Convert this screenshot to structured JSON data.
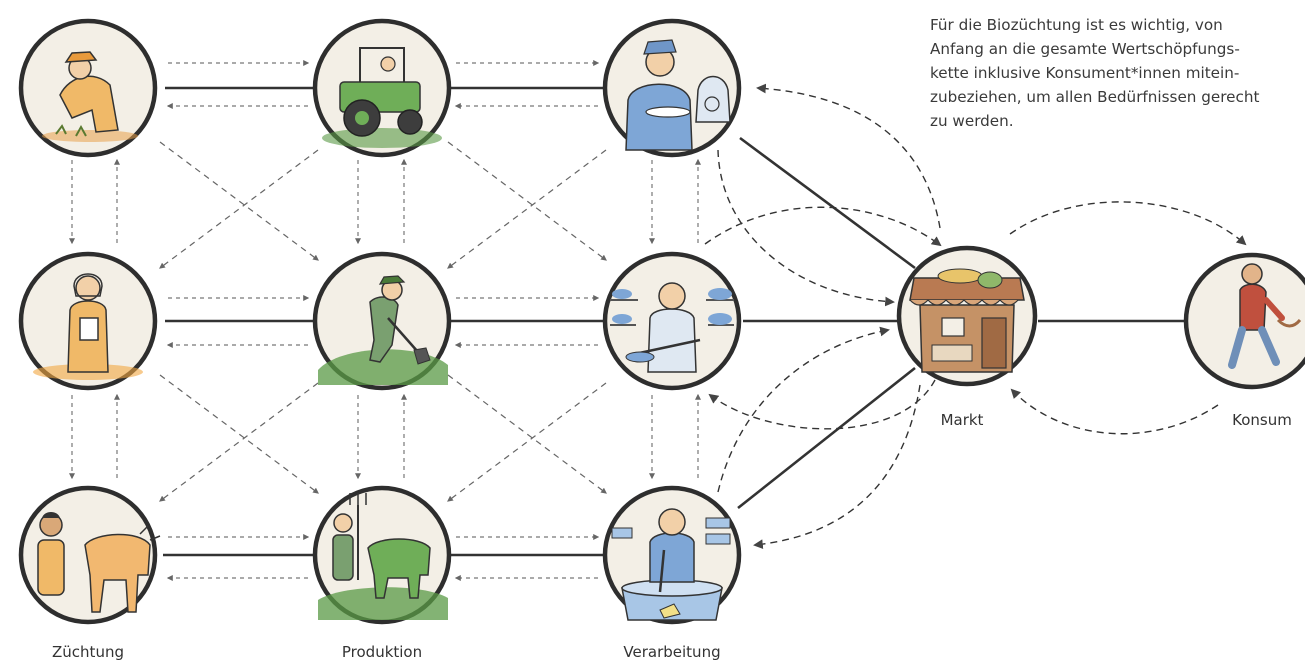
{
  "intro_text": "Für die Biozüchtung ist es wichtig, von\nAnfang an die gesamte Wertschöpfungs-\nkette inklusive Konsument*innen mitein-\nzubeziehen, um allen Bedürfnissen gerecht\nzu werden.",
  "labels": {
    "zuechtung": "Züchtung",
    "produktion": "Produktion",
    "verarbeitung": "Verarbeitung",
    "markt": "Markt",
    "konsum": "Konsum"
  },
  "nodes": [
    {
      "id": "breeder-crop",
      "icon": "crouching-breeder-icon",
      "tint": "#f2a641"
    },
    {
      "id": "breeder-field",
      "icon": "standing-breeder-icon",
      "tint": "#f2a641"
    },
    {
      "id": "breeder-livestock",
      "icon": "cattle-breeder-icon",
      "tint": "#f2a641"
    },
    {
      "id": "producer-tractor",
      "icon": "tractor-icon",
      "tint": "#5a9a46"
    },
    {
      "id": "producer-shovel",
      "icon": "shovel-farmer-icon",
      "tint": "#5a9a46"
    },
    {
      "id": "producer-ox",
      "icon": "ox-farmer-icon",
      "tint": "#5a9a46"
    },
    {
      "id": "processor-mill",
      "icon": "miller-icon",
      "tint": "#7ea6d6"
    },
    {
      "id": "processor-bakery",
      "icon": "baker-icon",
      "tint": "#7ea6d6"
    },
    {
      "id": "processor-dairy",
      "icon": "cheesemaker-icon",
      "tint": "#7ea6d6"
    },
    {
      "id": "market",
      "icon": "market-stall-icon",
      "tint": "#b77a4a"
    },
    {
      "id": "consumer",
      "icon": "shopper-icon",
      "tint": "#c04a3a"
    }
  ]
}
